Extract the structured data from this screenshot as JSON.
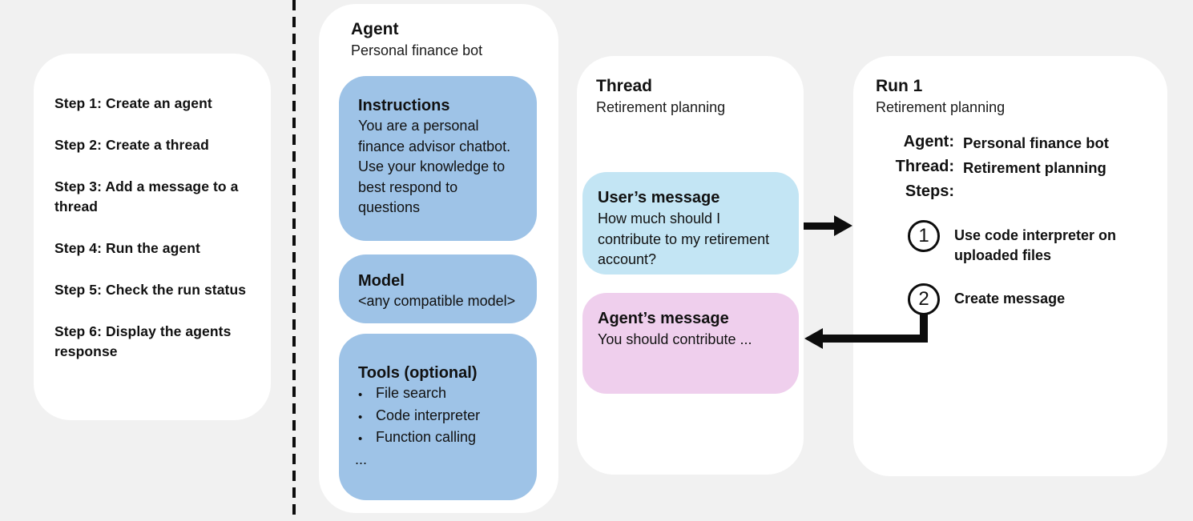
{
  "colors": {
    "background": "#f1f1f1",
    "card": "#ffffff",
    "agent_box_blue": "#9ec3e7",
    "user_message_blue": "#c3e5f4",
    "agent_message_pink": "#efcfed",
    "arrow_black": "#0d0d0d"
  },
  "steps_panel": {
    "items": [
      "Step 1: Create an agent",
      "Step 2: Create a thread",
      "Step 3: Add a message to a thread",
      "Step 4: Run the agent",
      "Step 5: Check the run status",
      "Step 6: Display the agents response"
    ]
  },
  "agent_card": {
    "title": "Agent",
    "subtitle": "Personal finance bot",
    "instructions": {
      "title": "Instructions",
      "body": "You are a personal finance advisor chatbot. Use your knowledge to best respond to questions"
    },
    "model": {
      "title": "Model",
      "body": "<any compatible model>"
    },
    "tools": {
      "title": "Tools (optional)",
      "bullet": "•",
      "items": [
        "File search",
        "Code interpreter",
        "Function calling"
      ],
      "more": "..."
    }
  },
  "thread_card": {
    "title": "Thread",
    "subtitle": "Retirement planning",
    "user_message": {
      "title": "User’s message",
      "body": "How much should I contribute to my retirement account?"
    },
    "agent_message": {
      "title": "Agent’s message",
      "body": "You should contribute ..."
    }
  },
  "run_card": {
    "title": "Run 1",
    "subtitle": "Retirement planning",
    "fields": [
      {
        "label": "Agent:",
        "value": "Personal finance bot"
      },
      {
        "label": "Thread:",
        "value": "Retirement planning"
      },
      {
        "label": "Steps:",
        "value": ""
      }
    ],
    "steps": [
      {
        "number": "1",
        "text": "Use code interpreter on uploaded files"
      },
      {
        "number": "2",
        "text": "Create message"
      }
    ]
  }
}
